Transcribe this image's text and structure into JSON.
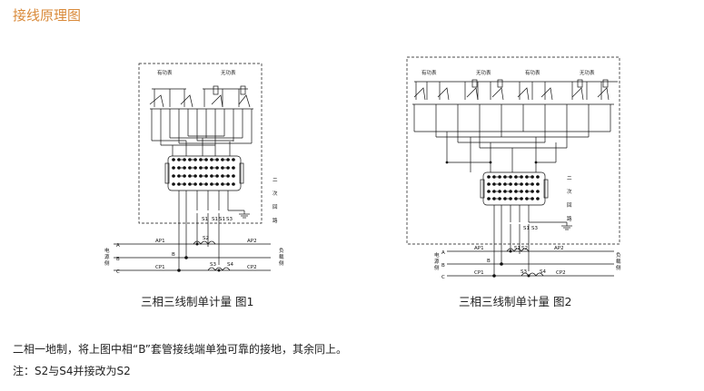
{
  "page": {
    "title": "接线原理图"
  },
  "diagram1": {
    "meters": [
      "有功表",
      "无功表"
    ],
    "side_label": [
      "二",
      "次",
      "回",
      "路"
    ],
    "left_label": [
      "电",
      "源",
      "侧"
    ],
    "right_label": [
      "负",
      "载",
      "侧"
    ],
    "phases": [
      "A",
      "B",
      "C"
    ],
    "line_labels": {
      "ap1": "AP1",
      "ap2": "AP2",
      "cp1": "CP1",
      "cp2": "CP2",
      "b": "B"
    },
    "terminals": [
      "S1",
      "S2",
      "S1",
      "S1",
      "S3"
    ],
    "s3": "S3",
    "s4": "S4",
    "caption": "三相三线制单计量 图1"
  },
  "diagram2": {
    "meters": [
      "有功表",
      "无功表",
      "有功表",
      "无功表"
    ],
    "side_label": [
      "二",
      "次",
      "回",
      "路"
    ],
    "left_label": [
      "电",
      "源",
      "侧"
    ],
    "right_label": [
      "负",
      "载",
      "侧"
    ],
    "phases": [
      "A",
      "B",
      "C"
    ],
    "line_labels": {
      "ap1": "AP1",
      "ap2": "AP2",
      "cp1": "CP1",
      "cp2": "CP2",
      "b": "B"
    },
    "terminals": [
      "S1",
      "S2",
      "S1",
      "S3"
    ],
    "s3": "S3",
    "s4": "S4",
    "caption": "三相三线制单计量 图2"
  },
  "notes": [
    "二相一地制，将上图中相“B”套管接线端单独可靠的接地，其余同上。",
    "注：S2与S4并接改为S2"
  ]
}
